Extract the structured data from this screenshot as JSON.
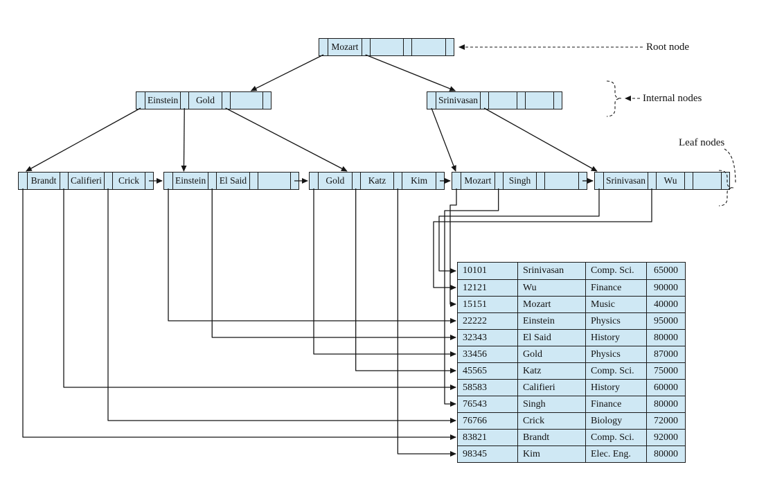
{
  "colors": {
    "node_fill": "#cfe8f4",
    "stroke": "#151515",
    "background": "#ffffff"
  },
  "labels": {
    "root": "Root node",
    "internal": "Internal nodes",
    "leaf": "Leaf nodes"
  },
  "tree": {
    "root": {
      "keys": [
        "Mozart",
        "",
        ""
      ]
    },
    "internal": [
      {
        "keys": [
          "Einstein",
          "Gold",
          ""
        ]
      },
      {
        "keys": [
          "Srinivasan",
          "",
          ""
        ]
      }
    ],
    "leaves": [
      {
        "keys": [
          "Brandt",
          "Califieri",
          "Crick"
        ]
      },
      {
        "keys": [
          "Einstein",
          "El Said",
          ""
        ]
      },
      {
        "keys": [
          "Gold",
          "Katz",
          "Kim"
        ]
      },
      {
        "keys": [
          "Mozart",
          "Singh",
          ""
        ]
      },
      {
        "keys": [
          "Srinivasan",
          "Wu",
          ""
        ]
      }
    ]
  },
  "table": {
    "rows": [
      [
        "10101",
        "Srinivasan",
        "Comp. Sci.",
        "65000"
      ],
      [
        "12121",
        "Wu",
        "Finance",
        "90000"
      ],
      [
        "15151",
        "Mozart",
        "Music",
        "40000"
      ],
      [
        "22222",
        "Einstein",
        "Physics",
        "95000"
      ],
      [
        "32343",
        "El Said",
        "History",
        "80000"
      ],
      [
        "33456",
        "Gold",
        "Physics",
        "87000"
      ],
      [
        "45565",
        "Katz",
        "Comp. Sci.",
        "75000"
      ],
      [
        "58583",
        "Califieri",
        "History",
        "60000"
      ],
      [
        "76543",
        "Singh",
        "Finance",
        "80000"
      ],
      [
        "76766",
        "Crick",
        "Biology",
        "72000"
      ],
      [
        "83821",
        "Brandt",
        "Comp. Sci.",
        "92000"
      ],
      [
        "98345",
        "Kim",
        "Elec. Eng.",
        "80000"
      ]
    ]
  },
  "arrows": {
    "tree": [
      {
        "from": "root.p1",
        "to": "i1",
        "frac": 0.85
      },
      {
        "from": "root.p2",
        "to": "i2",
        "frac": 0.21
      },
      {
        "from": "i1.p1",
        "to": "l1",
        "frac": 0.06
      },
      {
        "from": "i1.p2",
        "to": "l2",
        "frac": 0.15
      },
      {
        "from": "i1.p3",
        "to": "l3",
        "frac": 0.28
      },
      {
        "from": "i2.p1",
        "to": "l4",
        "frac": 0.03
      },
      {
        "from": "i2.p2",
        "to": "l5",
        "frac": 0.02
      }
    ],
    "chain": [
      {
        "from": "l1.p4",
        "to": "l2"
      },
      {
        "from": "l2.p4",
        "to": "l3"
      },
      {
        "from": "l3.p4",
        "to": "l4"
      },
      {
        "from": "l4.p4",
        "to": "l5"
      }
    ],
    "records": [
      {
        "from": "l1.p1",
        "row": 10
      },
      {
        "from": "l1.p2",
        "row": 7
      },
      {
        "from": "l1.p3",
        "row": 9
      },
      {
        "from": "l2.p1",
        "row": 3
      },
      {
        "from": "l2.p2",
        "row": 4
      },
      {
        "from": "l3.p1",
        "row": 5
      },
      {
        "from": "l3.p2",
        "row": 6
      },
      {
        "from": "l3.p3",
        "row": 11
      },
      {
        "from": "l4.p1",
        "row": 2,
        "dropY": 296,
        "bendX": 650
      },
      {
        "from": "l4.p2",
        "row": 8,
        "dropY": 304,
        "bendX": 642
      },
      {
        "from": "l5.p1",
        "row": 0,
        "dropY": 312,
        "bendX": 634
      },
      {
        "from": "l5.p2",
        "row": 1,
        "dropY": 320,
        "bendX": 626
      }
    ]
  }
}
